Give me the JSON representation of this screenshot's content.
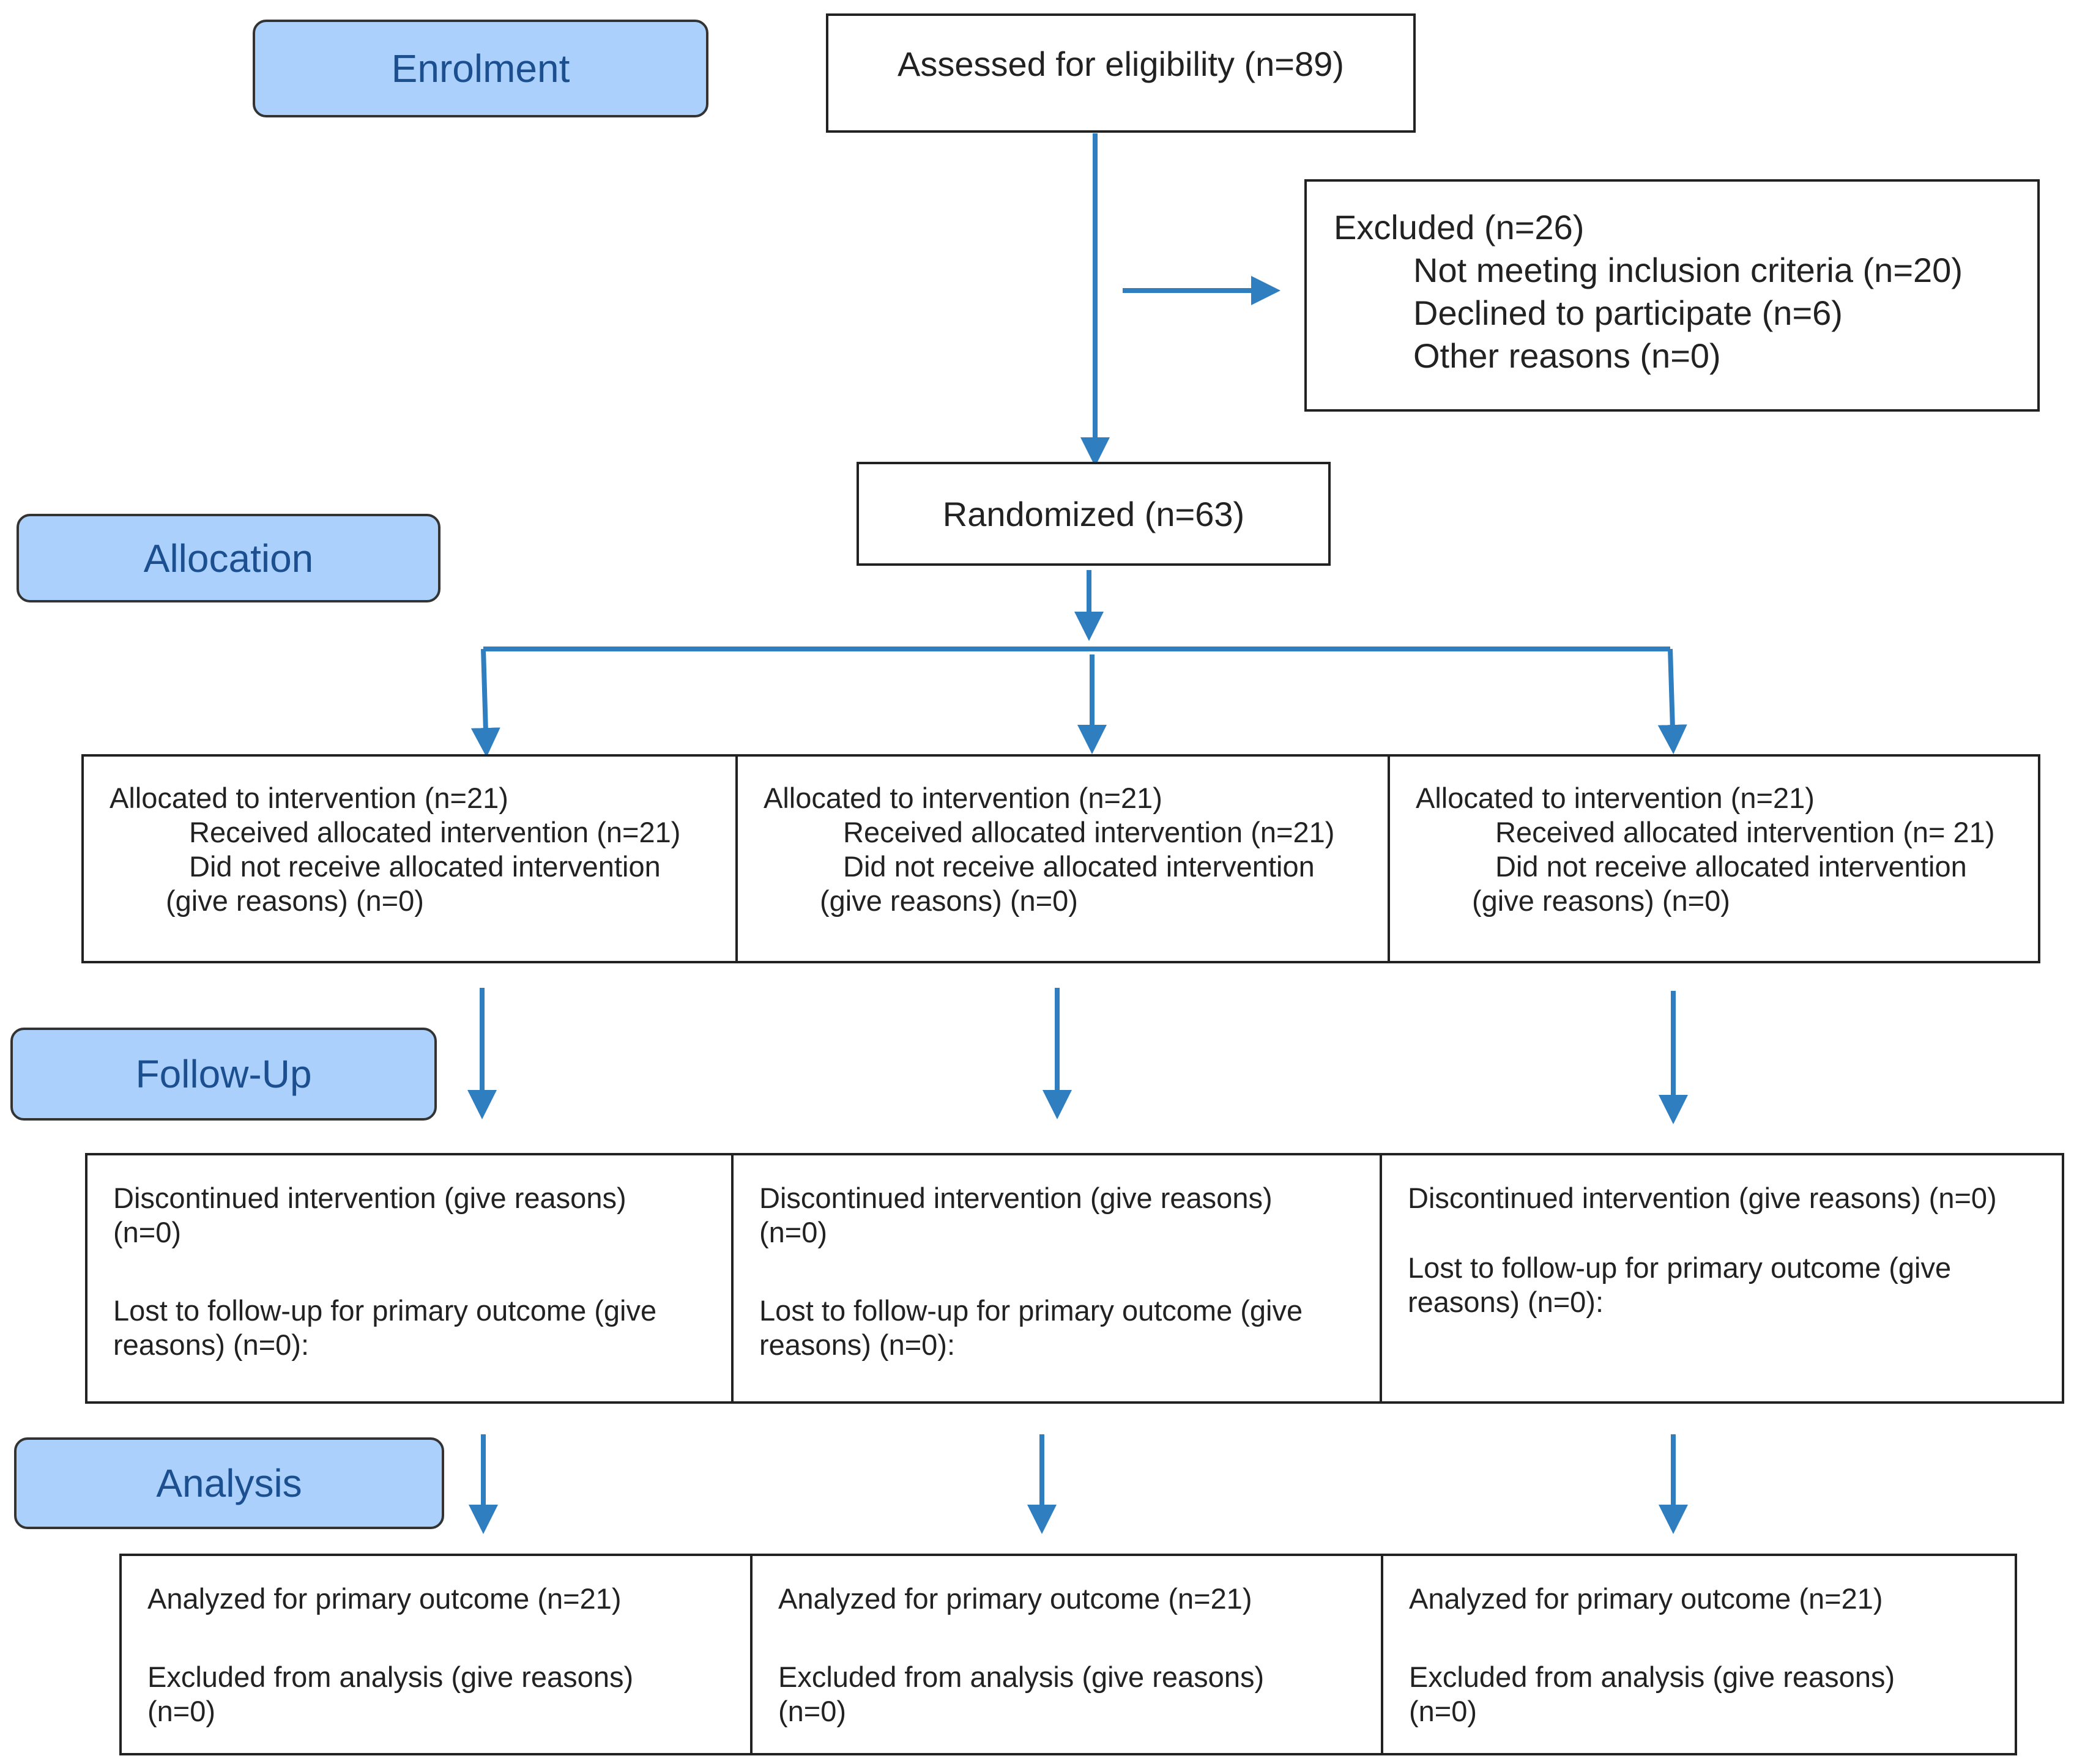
{
  "stages": {
    "enrolment": "Enrolment",
    "allocation": "Allocation",
    "follow_up": "Follow-Up",
    "analysis": "Analysis"
  },
  "assessed": "Assessed for eligibility (n=89)",
  "excluded": {
    "title": "Excluded (n=26)",
    "items": [
      "Not meeting inclusion criteria (n=20)",
      "Declined to participate (n=6)",
      "Other reasons (n=0)"
    ]
  },
  "randomized": "Randomized (n=63)",
  "allocation": [
    {
      "title": "Allocated to intervention (n=21)",
      "received": "Received allocated intervention (n=21)",
      "not_received": "Did not receive allocated intervention",
      "not_received_reason": "(give reasons) (n=0)"
    },
    {
      "title": "Allocated to intervention (n=21)",
      "received": "Received allocated intervention (n=21)",
      "not_received": "Did not receive allocated intervention",
      "not_received_reason": "(give reasons) (n=0)"
    },
    {
      "title": "Allocated to intervention (n=21)",
      "received": "Received allocated intervention (n= 21)",
      "not_received": "Did not receive allocated intervention",
      "not_received_reason": "(give reasons) (n=0)"
    }
  ],
  "follow_up": [
    {
      "discontinued_1": "Discontinued intervention (give reasons)",
      "discontinued_2": "(n=0)",
      "lost_1": "Lost to follow-up for primary outcome (give",
      "lost_2": "reasons) (n=0):"
    },
    {
      "discontinued_1": "Discontinued intervention (give reasons)",
      "discontinued_2": "(n=0)",
      "lost_1": "Lost to follow-up for primary outcome (give",
      "lost_2": "reasons) (n=0):"
    },
    {
      "discontinued_1": "Discontinued intervention (give reasons) (n=0)",
      "lost_1": "Lost to follow-up for primary outcome (give",
      "lost_2": "reasons) (n=0):"
    }
  ],
  "analysis": [
    {
      "analyzed": "Analyzed for primary outcome (n=21)",
      "excluded_1": "Excluded from analysis (give reasons)",
      "excluded_2": "(n=0)"
    },
    {
      "analyzed": "Analyzed for primary outcome (n=21)",
      "excluded_1": "Excluded from analysis (give reasons)",
      "excluded_2": "(n=0)"
    },
    {
      "analyzed": "Analyzed for primary outcome (n=21)",
      "excluded_1": "Excluded from analysis (give reasons)",
      "excluded_2": "(n=0)"
    }
  ],
  "colors": {
    "arrow": "#2f7ec0",
    "stage_fill": "#aad0fb",
    "stage_text": "#1c4f8f",
    "box_border": "#222222"
  }
}
